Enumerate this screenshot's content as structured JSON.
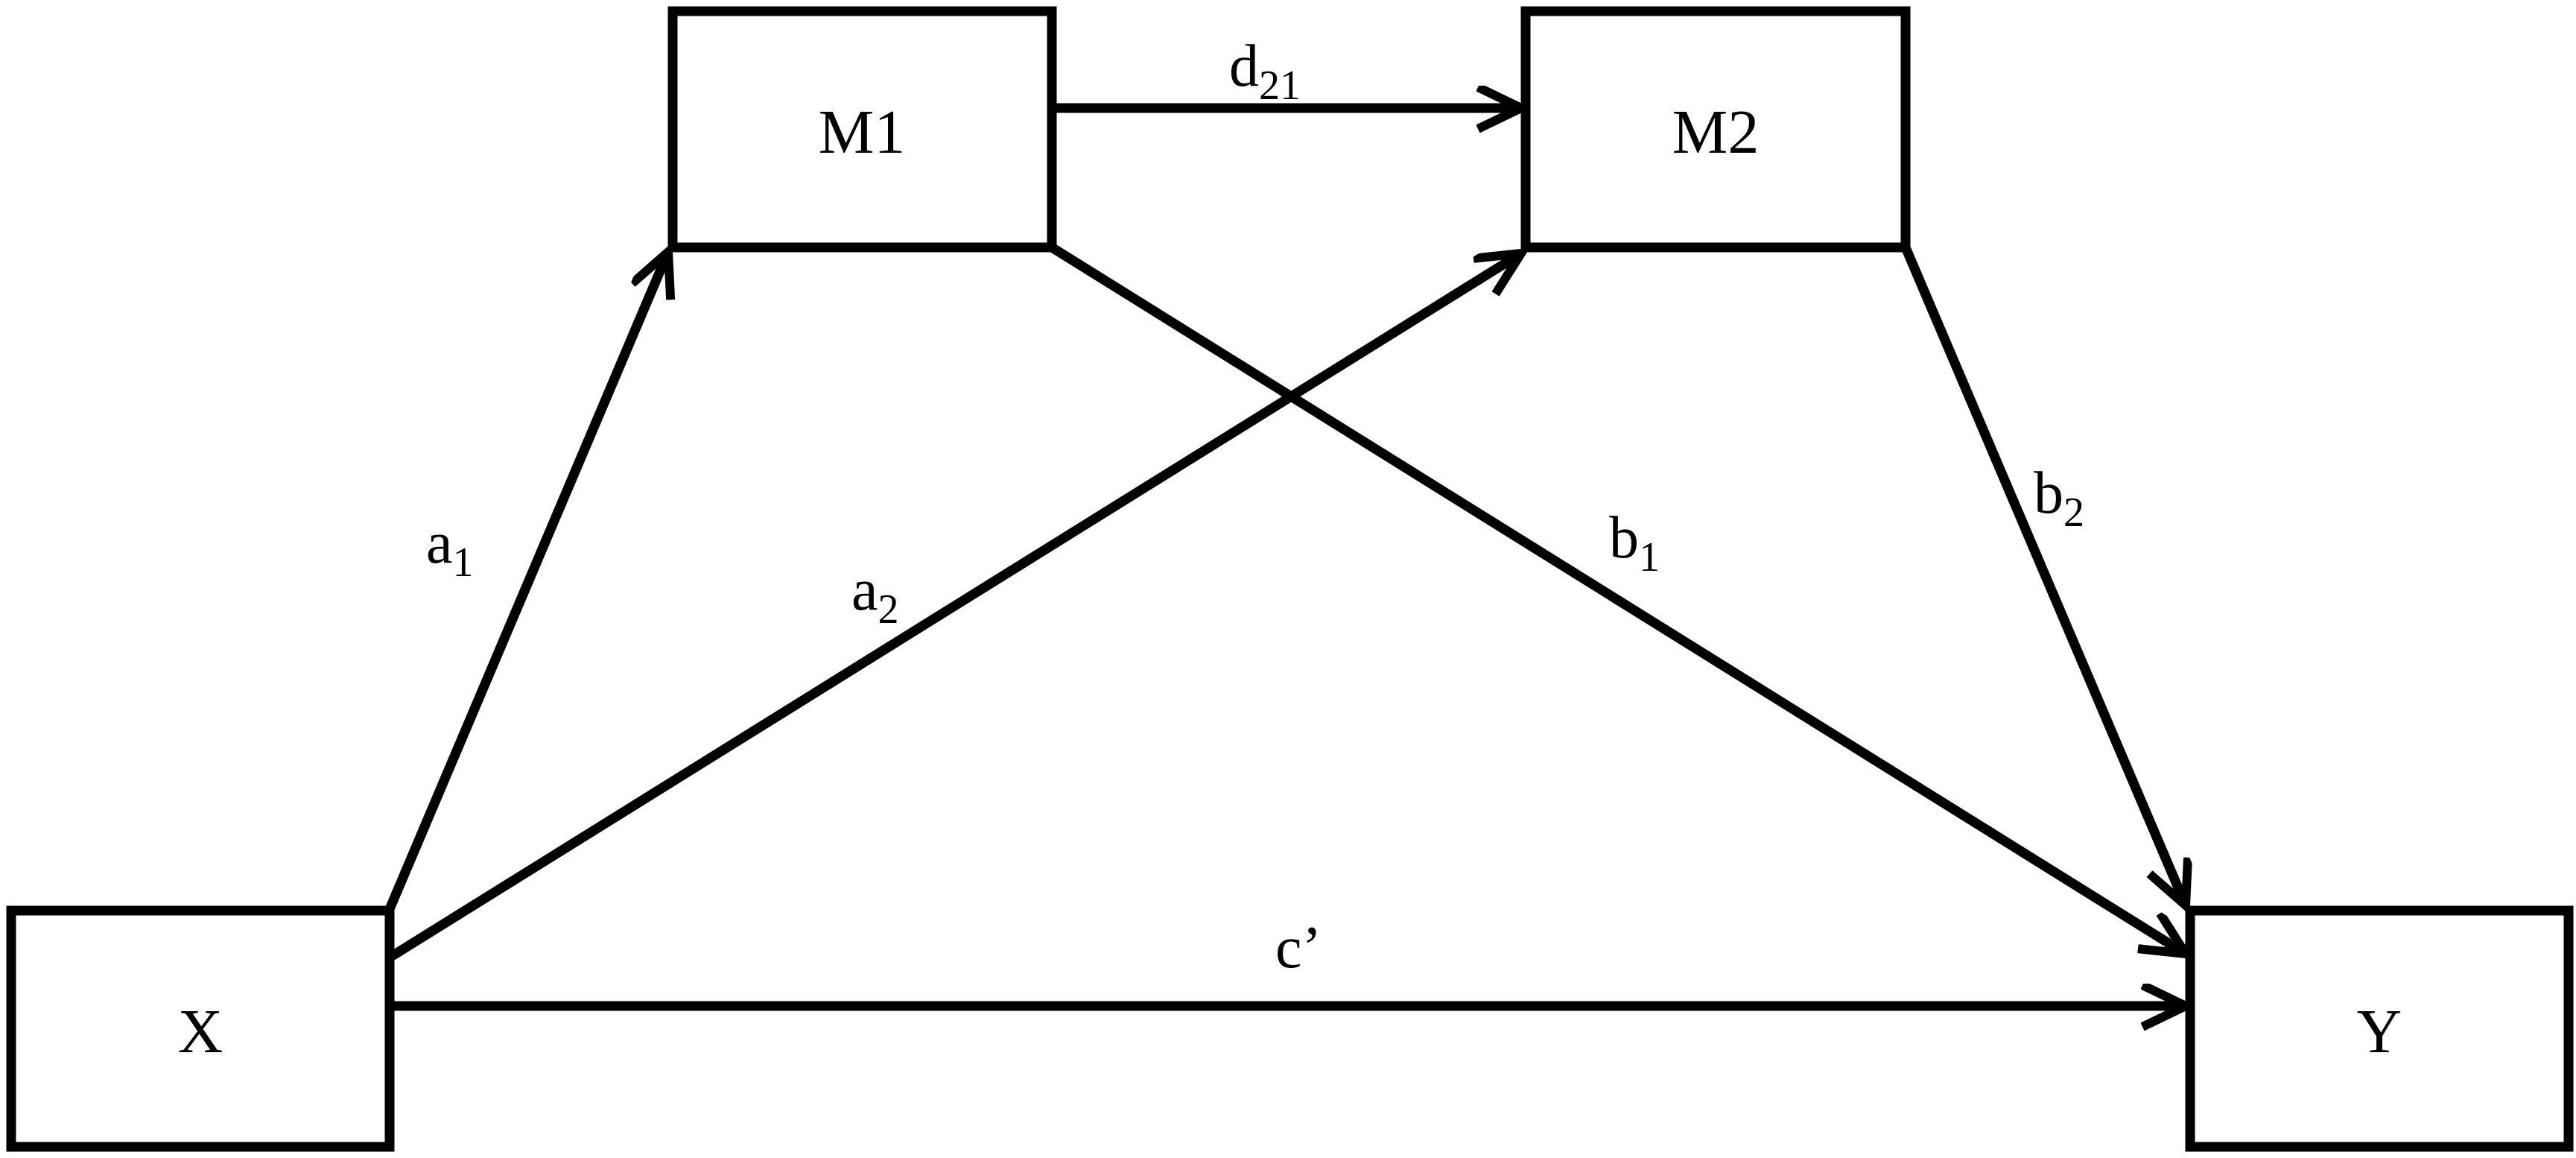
{
  "nodes": {
    "x": {
      "label": "X"
    },
    "m1": {
      "label": "M1"
    },
    "m2": {
      "label": "M2"
    },
    "y": {
      "label": "Y"
    }
  },
  "paths": {
    "a1": {
      "base": "a",
      "sub": "1"
    },
    "a2": {
      "base": "a",
      "sub": "2"
    },
    "d21": {
      "base": "d",
      "sub": "21"
    },
    "b1": {
      "base": "b",
      "sub": "1"
    },
    "b2": {
      "base": "b",
      "sub": "2"
    },
    "c": {
      "base": "c’",
      "sub": ""
    }
  },
  "colors": {
    "stroke": "#000000",
    "background": "#ffffff"
  }
}
